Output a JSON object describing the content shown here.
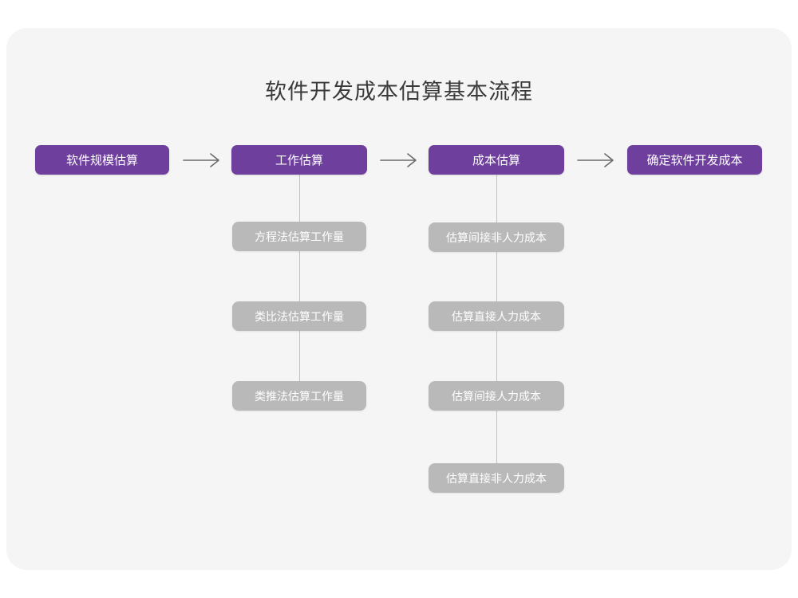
{
  "diagram": {
    "title": "软件开发成本估算基本流程",
    "type": "flowchart",
    "colors": {
      "canvas_background": "#ffffff",
      "card_background": "#f5f5f5",
      "primary_node": "#6f3f9e",
      "sub_node": "#b9b9b9",
      "node_text": "#ffffff",
      "title_text": "#3a3a3a",
      "connector": "#c2c2c2",
      "arrow": "#6b6b6b"
    },
    "main_flow": [
      {
        "id": "step1",
        "label": "软件规模估算"
      },
      {
        "id": "step2",
        "label": "工作估算"
      },
      {
        "id": "step3",
        "label": "成本估算"
      },
      {
        "id": "step4",
        "label": "确定软件开发成本"
      }
    ],
    "arrows": [
      {
        "id": "arrow1",
        "glyph": "arrow-right-icon",
        "from": "step1",
        "to": "step2"
      },
      {
        "id": "arrow2",
        "glyph": "arrow-right-icon",
        "from": "step2",
        "to": "step3"
      },
      {
        "id": "arrow3",
        "glyph": "arrow-right-icon",
        "from": "step3",
        "to": "step4"
      }
    ],
    "branches": [
      {
        "parent": "step2",
        "parent_label": "工作估算",
        "items": [
          {
            "label": "方程法估算工作量"
          },
          {
            "label": "类比法估算工作量"
          },
          {
            "label": "类推法估算工作量"
          }
        ]
      },
      {
        "parent": "step3",
        "parent_label": "成本估算",
        "items": [
          {
            "label": "估算间接非人力成本"
          },
          {
            "label": "估算直接人力成本"
          },
          {
            "label": "估算间接人力成本"
          },
          {
            "label": "估算直接非人力成本"
          }
        ]
      }
    ]
  }
}
